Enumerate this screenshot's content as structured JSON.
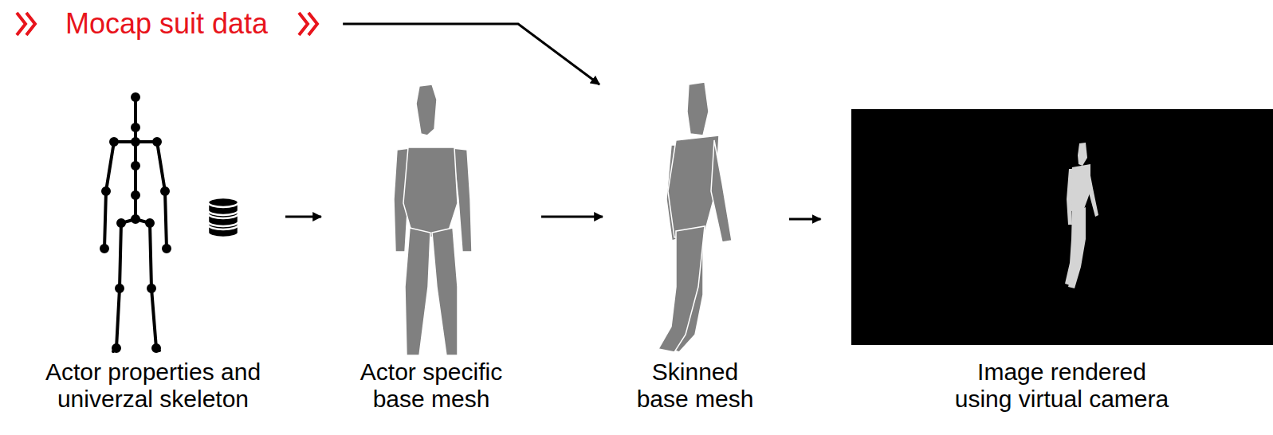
{
  "diagram": {
    "nodes": [
      {
        "text": [
          "Mocap suit data"
        ]
      },
      {
        "text": [
          "Actor properties and univerzal skeleton"
        ]
      },
      {
        "text": [
          "Actor specific base mesh"
        ]
      },
      {
        "text": [
          "Skinned base mesh"
        ]
      },
      {
        "text": [
          "Image rendered using virtual camera"
        ]
      }
    ],
    "edges": [
      {
        "from": 1,
        "to": 2,
        "arrow": "to"
      },
      {
        "from": 2,
        "to": 3,
        "arrow": "to"
      },
      {
        "from": 3,
        "to": 4,
        "arrow": "to"
      },
      {
        "from": 0,
        "to": 3,
        "arrow": "to"
      }
    ]
  }
}
